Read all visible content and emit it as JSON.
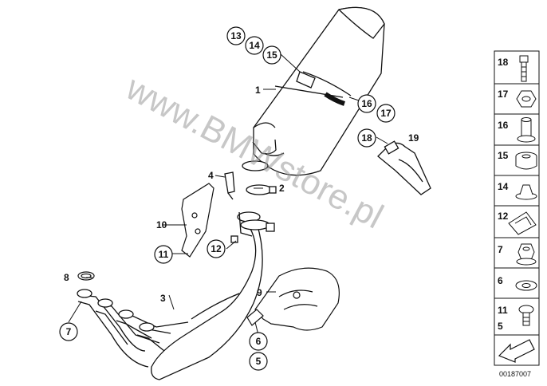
{
  "watermark": "www.BMWstore.pl",
  "drawing_code": "00187007",
  "callouts": {
    "c1": "1",
    "c2": "2",
    "c3": "3",
    "c4": "4",
    "c5": "5",
    "c6": "6",
    "c7": "7",
    "c8": "8",
    "c9": "9",
    "c10": "10",
    "c11": "11",
    "c12": "12",
    "c13": "13",
    "c14": "14",
    "c15": "15",
    "c16": "16",
    "c17": "17",
    "c18": "18",
    "c19": "19"
  },
  "legend": [
    "18",
    "17",
    "16",
    "15",
    "14",
    "12",
    "7",
    "6",
    "11",
    "5"
  ],
  "icons": {
    "parts": [
      "silencer",
      "clamp-strap",
      "clamp",
      "manifold-header",
      "lambda-sensor",
      "heat-shield",
      "gasket",
      "bracket",
      "holder",
      "bolt",
      "nut",
      "bushing",
      "rubber-grommet",
      "spring-nut",
      "washer",
      "collar-screw"
    ],
    "navigation": "arrow-icon"
  }
}
